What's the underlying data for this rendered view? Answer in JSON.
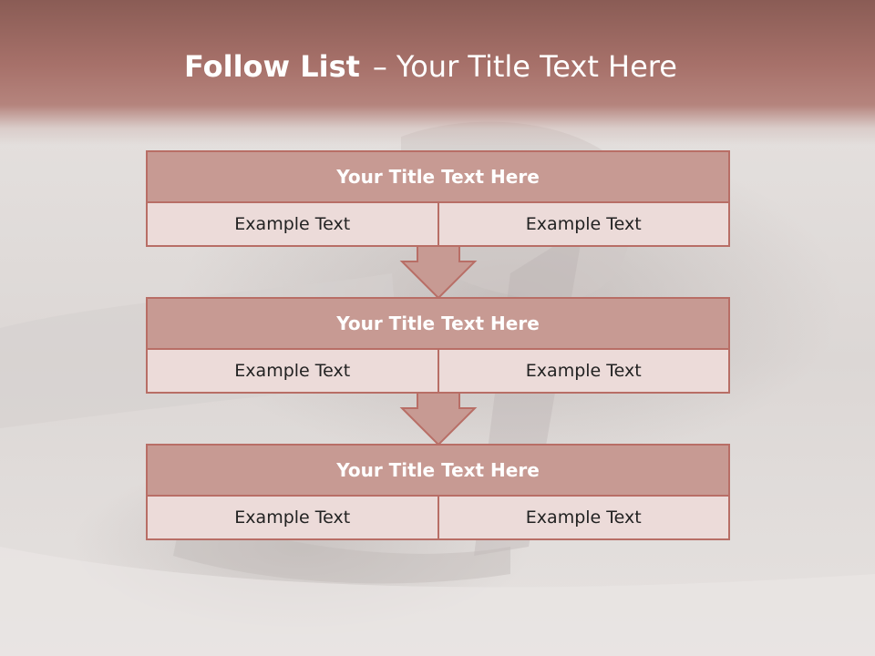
{
  "slide": {
    "title_bold": "Follow List",
    "title_separator": "–",
    "title_rest": "Your Title Text Here"
  },
  "blocks": [
    {
      "title": "Your Title Text Here",
      "left": "Example Text",
      "right": "Example Text"
    },
    {
      "title": "Your Title Text Here",
      "left": "Example Text",
      "right": "Example Text"
    },
    {
      "title": "Your Title Text Here",
      "left": "Example Text",
      "right": "Example Text"
    }
  ],
  "colors": {
    "header": "#a7716a",
    "block_title_fill": "#c79a93",
    "block_cell_fill": "#ecdbd9",
    "border": "#b86e66"
  }
}
